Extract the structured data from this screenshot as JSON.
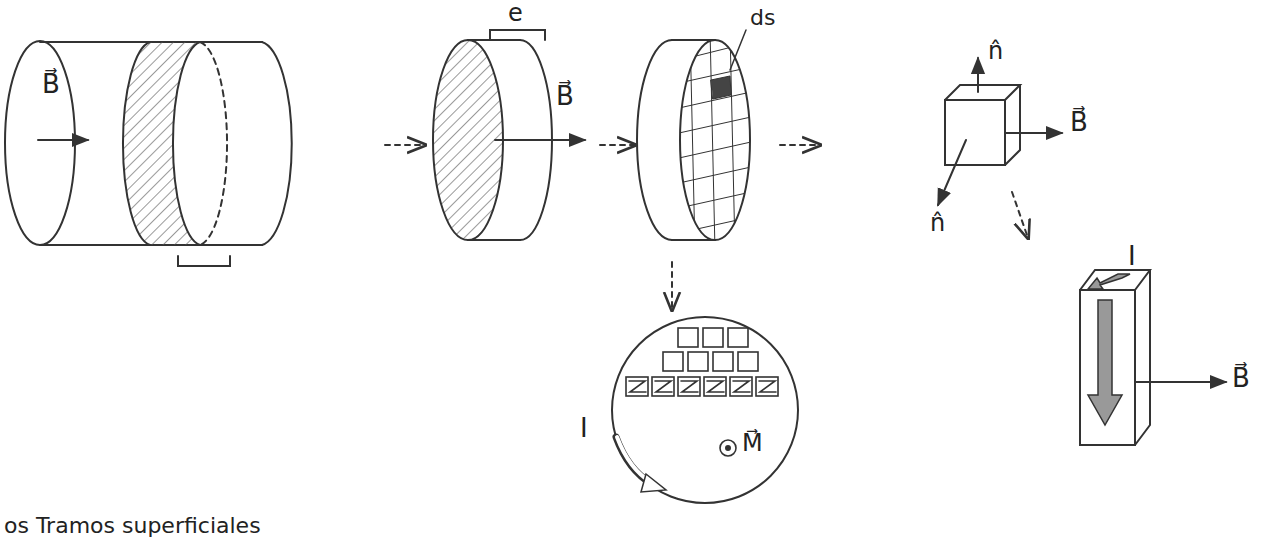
{
  "diagram": {
    "labels": [
      "B⃗",
      "e",
      "ds",
      "B⃗",
      "n̂",
      "n̂",
      "B⃗",
      "I",
      "B⃗",
      "I",
      "M⃗",
      "os Tramos superficiales"
    ]
  }
}
